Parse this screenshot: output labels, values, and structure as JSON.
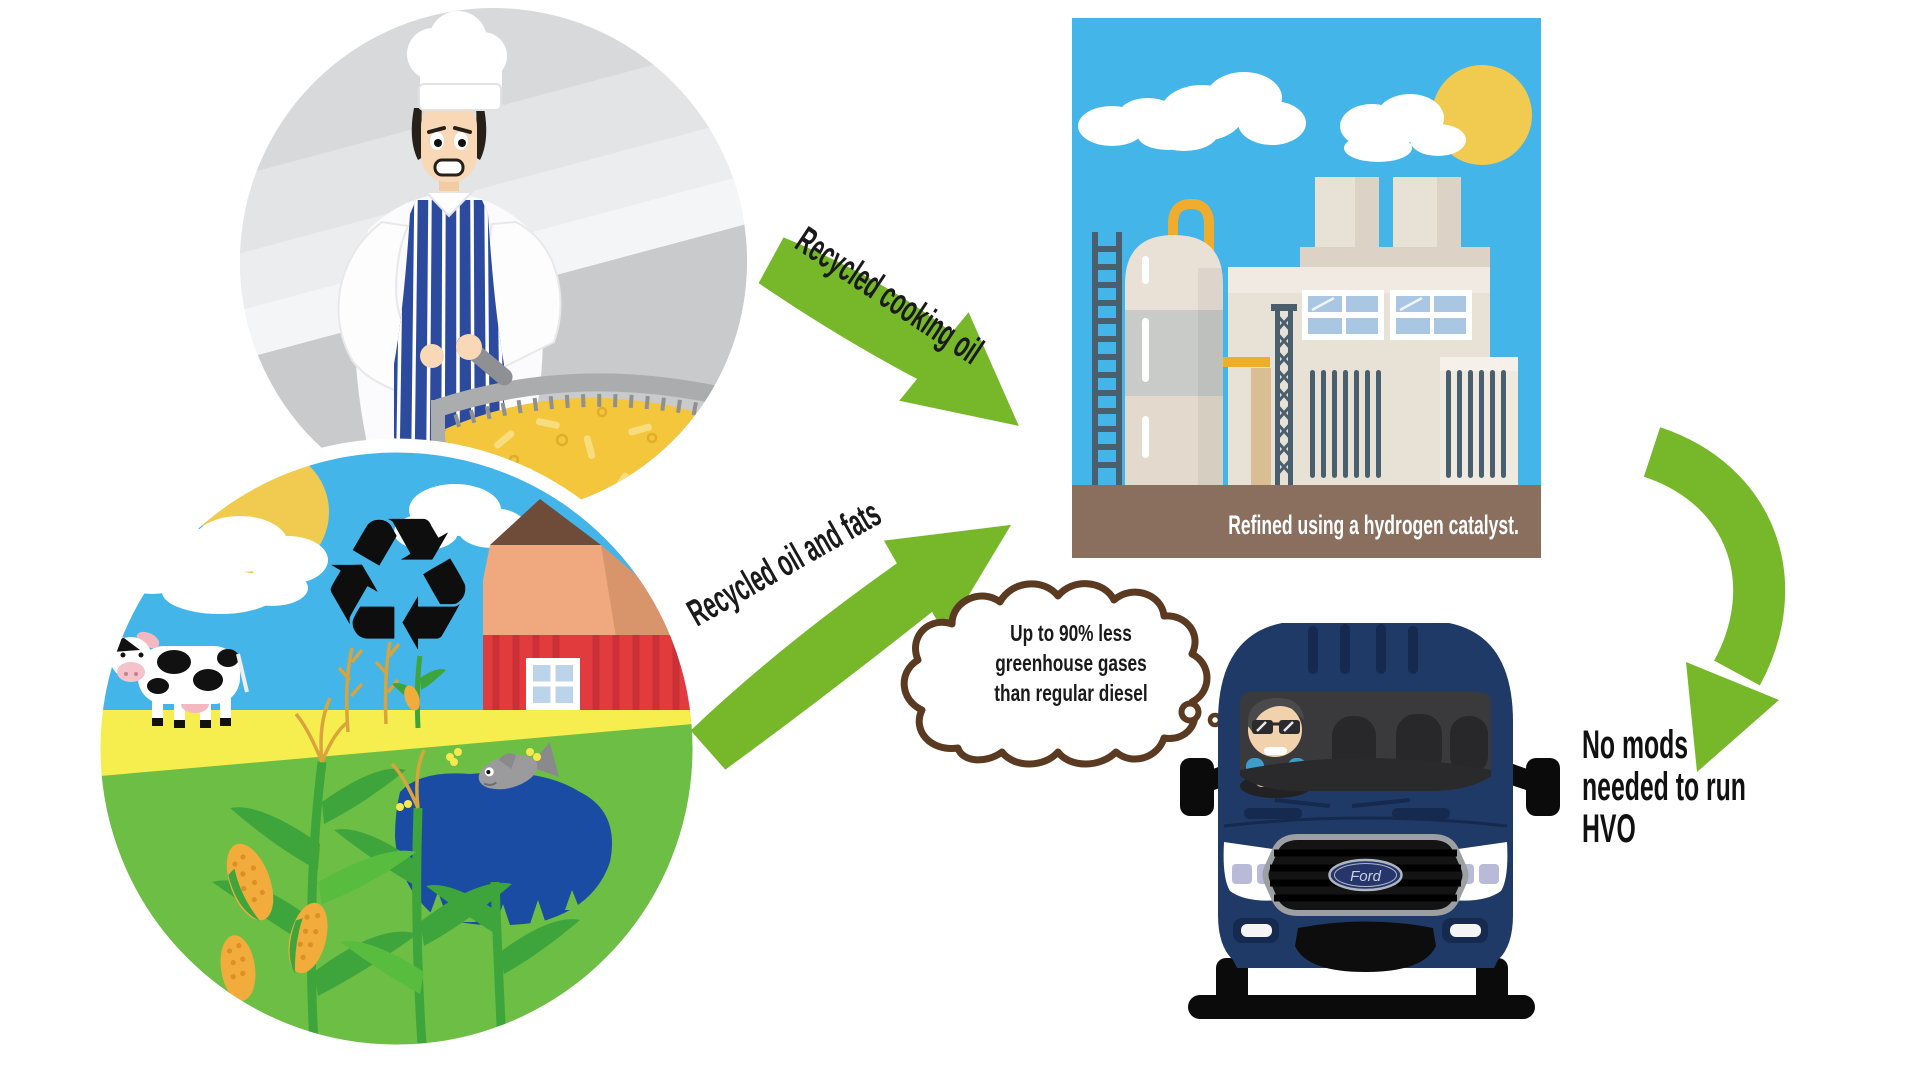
{
  "page": {
    "background": "#FFFFFF",
    "description": "HVO renewable fuel process infographic"
  },
  "colors": {
    "accent_green": "#76B82A",
    "sky_blue": "#44B5E8",
    "van_navy": "#1F3A66",
    "bubble_outline_brown": "#5B3A22",
    "factory_ground_brown": "#8A6F5F",
    "barn_red": "#E23B3D",
    "sun_yellow": "#F1CB4F",
    "cooking_oil_yellow": "#F3C63B",
    "pond_blue": "#1A4CA3",
    "grass_green": "#6DBE45",
    "field_yellow": "#F6ED4E"
  },
  "sources": {
    "chef_scene": "chef-frying-chips",
    "farm_scene": "farm-crops-livestock-waste",
    "recycling_icon": "♻"
  },
  "flow_labels": {
    "from_chef": "Recycled cooking oil",
    "from_farm": "Recycled oil and fats"
  },
  "factory": {
    "caption": "Refined using a hydrogen catalyst."
  },
  "thought_bubble": {
    "line1": "Up to 90% less",
    "line2": "greenhouse gases",
    "line3": "than regular diesel"
  },
  "van": {
    "brand_logo": "Ford"
  },
  "result_note": {
    "line1": "No mods",
    "line2": "needed to run",
    "line3": "HVO"
  }
}
